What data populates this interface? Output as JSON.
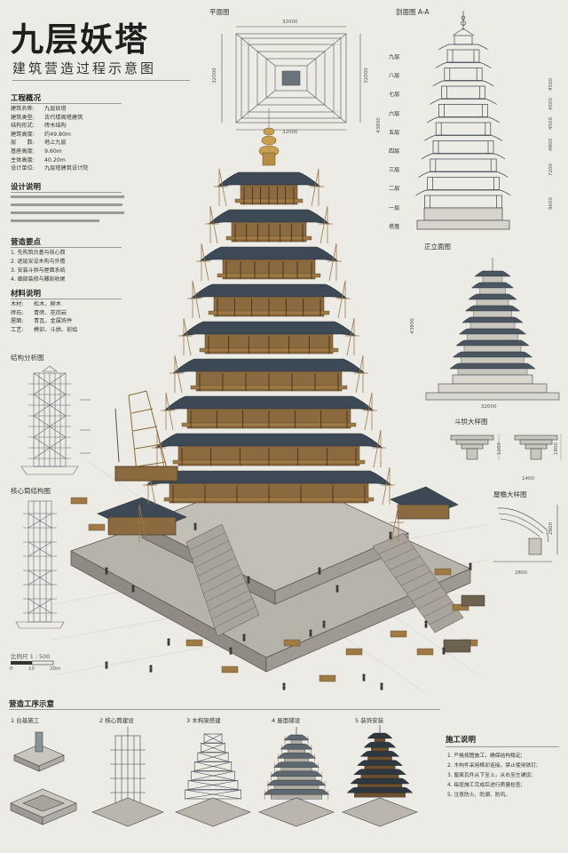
{
  "header": {
    "title": "九层妖塔",
    "subtitle": "建筑营造过程示意图"
  },
  "overview": {
    "heading": "工程概况",
    "rows": [
      {
        "k": "建筑名称:",
        "v": "九层妖塔"
      },
      {
        "k": "建筑类型:",
        "v": "古代楼阁塔建筑"
      },
      {
        "k": "结构形式:",
        "v": "砖木结构"
      },
      {
        "k": "建筑高度:",
        "v": "约49.80m"
      },
      {
        "k": "层　　数:",
        "v": "地上九层"
      },
      {
        "k": "基座高度:",
        "v": "9.60m"
      },
      {
        "k": "主体高度:",
        "v": "40.20m"
      },
      {
        "k": "设计单位:",
        "v": "九层塔建筑设计院"
      }
    ]
  },
  "design": {
    "heading": "设计说明"
  },
  "points": {
    "heading": "营造要点",
    "items": [
      "1. 先构筑台基与核心筒",
      "2. 逐层安设木构与外檐",
      "3. 安装斗拱与屋面系统",
      "4. 细部装修与雕刻收尾"
    ]
  },
  "materials": {
    "heading": "材料说明",
    "rows": [
      {
        "k": "木材:",
        "v": "松木、柳木"
      },
      {
        "k": "砖石:",
        "v": "青砖、花岗岩"
      },
      {
        "k": "屋面:",
        "v": "青瓦、金属饰件"
      },
      {
        "k": "工艺:",
        "v": "榫卯、斗拱、彩绘"
      }
    ]
  },
  "panels": {
    "plan": "平面图",
    "section": "剖面图 A-A",
    "elevation": "正立面图",
    "bracket": "斗拱大样图",
    "eave": "屋檐大样图",
    "structure": "结构分析图",
    "core": "核心筒结构图"
  },
  "dims": {
    "plan_w": "32000",
    "plan_h": "32000",
    "elev_h": "43800",
    "elev_w": "32000",
    "section_h": "43800",
    "section_levels": [
      "4500",
      "4500",
      "4500",
      "4800",
      "7200",
      "9600"
    ],
    "bracket_a": "1200",
    "bracket_b": "1800",
    "bracket_c": "1400",
    "eave_a": "2800",
    "eave_b": "2800"
  },
  "floors": [
    "九层",
    "八层",
    "七层",
    "六层",
    "五层",
    "四层",
    "三层",
    "二层",
    "一层",
    "塔基"
  ],
  "scale": {
    "label": "比例尺 1 : 500",
    "ticks": [
      "0",
      "10",
      "20m"
    ]
  },
  "process": {
    "heading": "营造工序示意",
    "steps": [
      "1  台基施工",
      "2  核心筒建设",
      "3  木构架搭建",
      "4  屋面铺设",
      "5  装饰安装"
    ]
  },
  "notes": {
    "heading": "施工说明",
    "items": [
      "1. 严格按图施工，确保结构稳定;",
      "2. 木构件采用榫卯连接，禁止使用铁钉;",
      "3. 屋面瓦件从下至上，从右至左铺设;",
      "4. 每层施工完成后进行质量检查;",
      "5. 注意防火、防潮、防风。"
    ]
  },
  "colors": {
    "paper": "#ecebe6",
    "roof": "#3d4a55",
    "wood": "#a07a45",
    "stone": "#8c8c86",
    "gold": "#c9a050"
  }
}
